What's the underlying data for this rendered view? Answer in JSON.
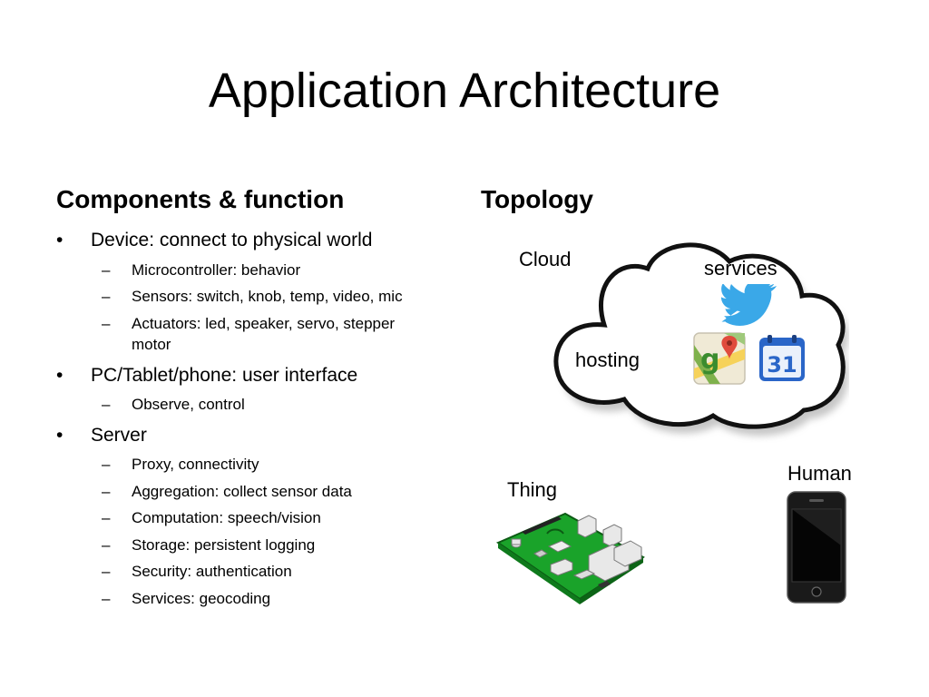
{
  "title": "Application Architecture",
  "left": {
    "heading": "Components & function",
    "groups": [
      {
        "label": "Device: connect to physical world",
        "items": [
          "Microcontroller: behavior",
          "Sensors: switch, knob, temp, video, mic",
          "Actuators: led, speaker, servo, stepper motor"
        ]
      },
      {
        "label": "PC/Tablet/phone: user interface",
        "items": [
          "Observe, control"
        ]
      },
      {
        "label": "Server",
        "items": [
          "Proxy, connectivity",
          "Aggregation: collect sensor data",
          "Computation: speech/vision",
          "Storage: persistent logging",
          "Security: authentication",
          "Services: geocoding"
        ]
      }
    ]
  },
  "right": {
    "heading": "Topology",
    "cloud_label": "Cloud",
    "services_label": "services",
    "hosting_label": "hosting",
    "thing_label": "Thing",
    "human_label": "Human",
    "calendar_number": "31",
    "icons": [
      "cloud-icon",
      "twitter-bird-icon",
      "google-maps-icon",
      "calendar-icon",
      "circuit-board-icon",
      "smartphone-icon"
    ]
  },
  "colors": {
    "twitter": "#3aa8e8",
    "board_green": "#1aa32a",
    "calendar_blue": "#2a66c8"
  }
}
